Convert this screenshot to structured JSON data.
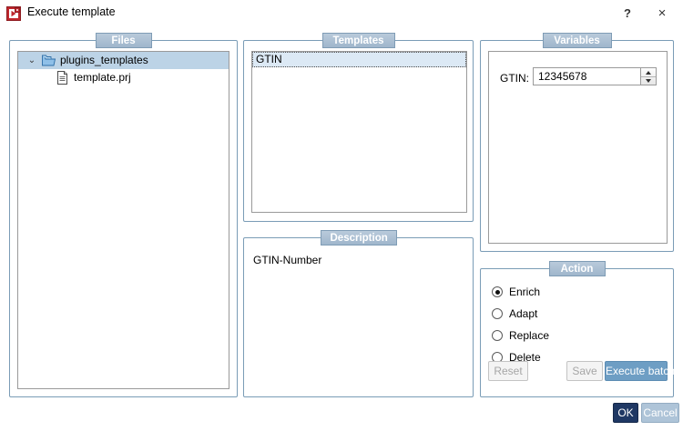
{
  "window": {
    "title": "Execute template",
    "icon": "execute-template-icon",
    "help_label": "?",
    "close_label": "×"
  },
  "files_panel": {
    "title": "Files",
    "tree": [
      {
        "label": "plugins_templates",
        "type": "folder",
        "expanded": true,
        "selected": true,
        "chevron": "⌄"
      },
      {
        "label": "template.prj",
        "type": "file",
        "expanded": false,
        "selected": false
      }
    ]
  },
  "templates_panel": {
    "title": "Templates",
    "items": [
      {
        "label": "GTIN",
        "selected": true
      }
    ]
  },
  "description_panel": {
    "title": "Description",
    "text": "GTIN-Number"
  },
  "variables_panel": {
    "title": "Variables",
    "fields": [
      {
        "label": "GTIN:",
        "value": "12345678",
        "type": "spinner"
      }
    ]
  },
  "action_panel": {
    "title": "Action",
    "options": [
      {
        "label": "Enrich",
        "selected": true
      },
      {
        "label": "Adapt",
        "selected": false
      },
      {
        "label": "Replace",
        "selected": false
      },
      {
        "label": "Delete",
        "selected": false
      }
    ],
    "buttons": {
      "reset": "Reset",
      "save": "Save",
      "execute_batch": "Execute batch"
    }
  },
  "footer": {
    "ok": "OK",
    "cancel": "Cancel"
  },
  "colors": {
    "group_title_bg": "#9fb6cc",
    "group_border": "#7a9cb6",
    "selection_blue": "#bcd3e6",
    "list_selection": "#dce9f5",
    "primary_button": "#6e9ec4",
    "ok_button": "#1f3864",
    "cancel_button": "#aec4d8",
    "app_icon_red": "#c0272d"
  }
}
